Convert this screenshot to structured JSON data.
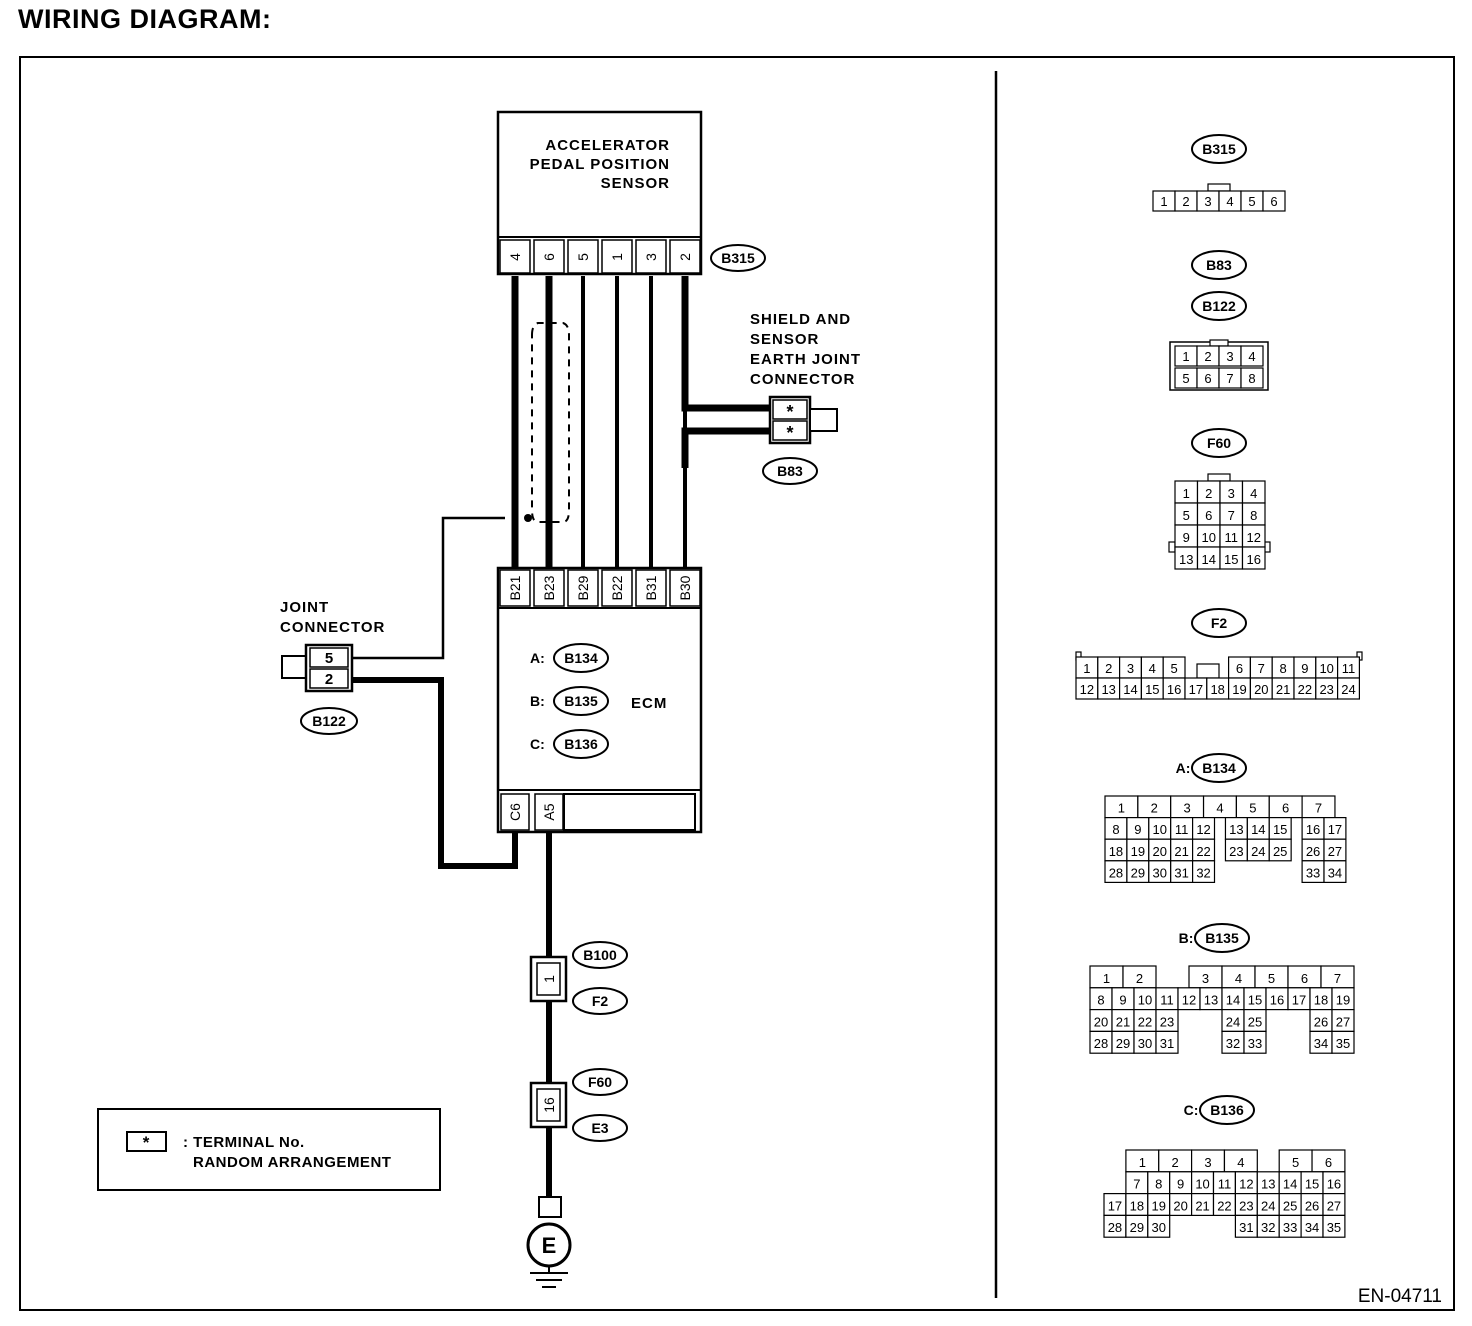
{
  "title": "WIRING DIAGRAM:",
  "doc_code": "EN-04711",
  "sensor": {
    "name_lines": [
      "ACCELERATOR",
      "PEDAL POSITION",
      "SENSOR"
    ],
    "connector": "B315",
    "pins": [
      "4",
      "6",
      "5",
      "1",
      "3",
      "2"
    ]
  },
  "ecm": {
    "name": "ECM",
    "connectors": [
      {
        "prefix": "A:",
        "id": "B134"
      },
      {
        "prefix": "B:",
        "id": "B135"
      },
      {
        "prefix": "C:",
        "id": "B136"
      }
    ],
    "top_pins": [
      "B21",
      "B23",
      "B29",
      "B22",
      "B31",
      "B30"
    ],
    "bottom_pins": [
      "C6",
      "A5"
    ]
  },
  "shield_connector": {
    "label_lines": [
      "SHIELD AND",
      "SENSOR",
      "EARTH JOINT",
      "CONNECTOR"
    ],
    "connector": "B83",
    "pins": [
      "*",
      "*"
    ]
  },
  "joint_connector": {
    "label_lines": [
      "JOINT",
      "CONNECTOR"
    ],
    "connector": "B122",
    "pins": [
      "5",
      "2"
    ]
  },
  "ground_path": {
    "connector1": {
      "pin": "1",
      "ids": [
        "B100",
        "F2"
      ]
    },
    "connector2": {
      "pin": "16",
      "ids": [
        "F60",
        "E3"
      ]
    },
    "ground": "E"
  },
  "legend": {
    "symbol": "*",
    "lines": [
      ": TERMINAL No.",
      "RANDOM ARRANGEMENT"
    ]
  },
  "connector_views": [
    {
      "prefix": "",
      "id": "B315",
      "rows": [
        [
          "1",
          "2",
          "3",
          "4",
          "5",
          "6"
        ]
      ]
    },
    {
      "prefix": "",
      "id": "B83",
      "id2": "B122",
      "rows": [
        [
          "1",
          "2",
          "3",
          "4"
        ],
        [
          "5",
          "6",
          "7",
          "8"
        ]
      ]
    },
    {
      "prefix": "",
      "id": "F60",
      "rows": [
        [
          "1",
          "2",
          "3",
          "4"
        ],
        [
          "5",
          "6",
          "7",
          "8"
        ],
        [
          "9",
          "10",
          "11",
          "12"
        ],
        [
          "13",
          "14",
          "15",
          "16"
        ]
      ]
    },
    {
      "prefix": "",
      "id": "F2",
      "rows": [
        [
          "1",
          "2",
          "3",
          "4",
          "5",
          "",
          "",
          "6",
          "7",
          "8",
          "9",
          "10",
          "11"
        ],
        [
          "12",
          "13",
          "14",
          "15",
          "16",
          "17",
          "18",
          "19",
          "20",
          "21",
          "22",
          "23",
          "24"
        ]
      ]
    },
    {
      "prefix": "A:",
      "id": "B134",
      "rows": [
        [
          "1",
          "2",
          "3",
          "4",
          "5",
          "6",
          "7"
        ],
        [
          "8",
          "9",
          "10",
          "11",
          "12",
          "13",
          "14",
          "15",
          "16",
          "17"
        ],
        [
          "18",
          "19",
          "20",
          "21",
          "22",
          "23",
          "24",
          "25",
          "26",
          "27"
        ],
        [
          "28",
          "29",
          "30",
          "31",
          "32",
          "33",
          "34"
        ]
      ]
    },
    {
      "prefix": "B:",
      "id": "B135",
      "rows": [
        [
          "1",
          "2",
          "3",
          "4",
          "5",
          "6",
          "7"
        ],
        [
          "8",
          "9",
          "10",
          "11",
          "12",
          "13",
          "14",
          "15",
          "16",
          "17",
          "18",
          "19"
        ],
        [
          "20",
          "21",
          "22",
          "23",
          "24",
          "25",
          "26",
          "27"
        ],
        [
          "28",
          "29",
          "30",
          "31",
          "32",
          "33",
          "34",
          "35"
        ]
      ]
    },
    {
      "prefix": "C:",
      "id": "B136",
      "rows": [
        [
          "1",
          "2",
          "3",
          "4",
          "5",
          "6"
        ],
        [
          "7",
          "8",
          "9",
          "10",
          "11",
          "12",
          "13",
          "14",
          "15",
          "16"
        ],
        [
          "17",
          "18",
          "19",
          "20",
          "21",
          "22",
          "23",
          "24",
          "25",
          "26",
          "27"
        ],
        [
          "28",
          "29",
          "30",
          "31",
          "32",
          "33",
          "34",
          "35"
        ]
      ]
    }
  ]
}
